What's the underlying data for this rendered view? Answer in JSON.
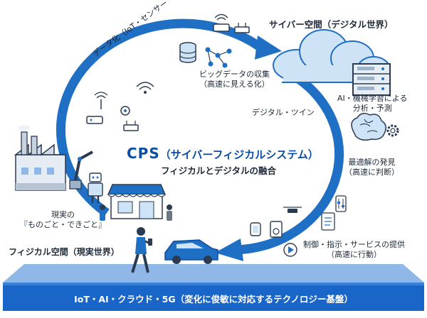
{
  "diagram": {
    "center_title_cps": "CPS",
    "center_title_rest": "（サイバーフィジカルシステム）",
    "center_subtitle": "フィジカルとデジタルの融合",
    "cyber_space_label": "サイバー空間（デジタル世界）",
    "physical_space_label": "フィジカル空間（現実世界）",
    "datafication_label": "データ化（IoT・センサー・Web）",
    "bigdata_line1": "ビッグデータの収集",
    "bigdata_line2": "（高速に見える化）",
    "digital_twin_label": "デジタル・ツイン",
    "ai_line1": "AI・機械学習による",
    "ai_line2": "分析・予測",
    "optimal_line1": "最適解の発見",
    "optimal_line2": "（高速に判断）",
    "control_line1": "制御・指示・サービスの提供",
    "control_line2": "（高速に行動）",
    "reality_line1": "現実の",
    "reality_line2": "『ものごと・できごと』",
    "foundation_bar": "IoT・AI・クラウド・5G（変化に俊敏に対応するテクノロジー基盤）"
  },
  "colors": {
    "arrow_blue": "#1f6fc5",
    "dark_blue": "#0b4fa3",
    "bar_blue": "#1a66c8",
    "light_blue": "#cfe3f7",
    "gray": "#6b7785"
  }
}
